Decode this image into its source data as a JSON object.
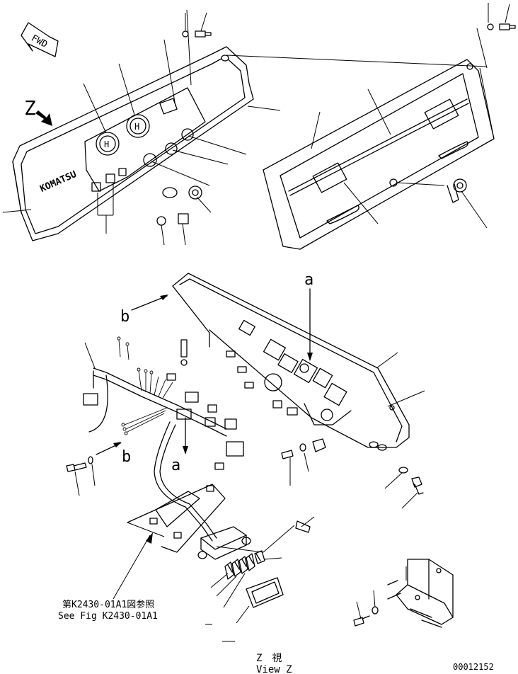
{
  "diagram": {
    "direction_marker": "FWD",
    "brand_text": "KOMATSU",
    "view_letter": "Z",
    "arrow_label_a_top": "a",
    "arrow_label_b_top": "b",
    "arrow_label_a_bottom": "a",
    "arrow_label_b_bottom": "b",
    "ref_jp": "第K2430-01A1図参照",
    "ref_en": "See Fig K2430-01A1",
    "view_caption_jp": "Z　視",
    "view_caption_en": "View Z",
    "figure_number": "00012152"
  }
}
